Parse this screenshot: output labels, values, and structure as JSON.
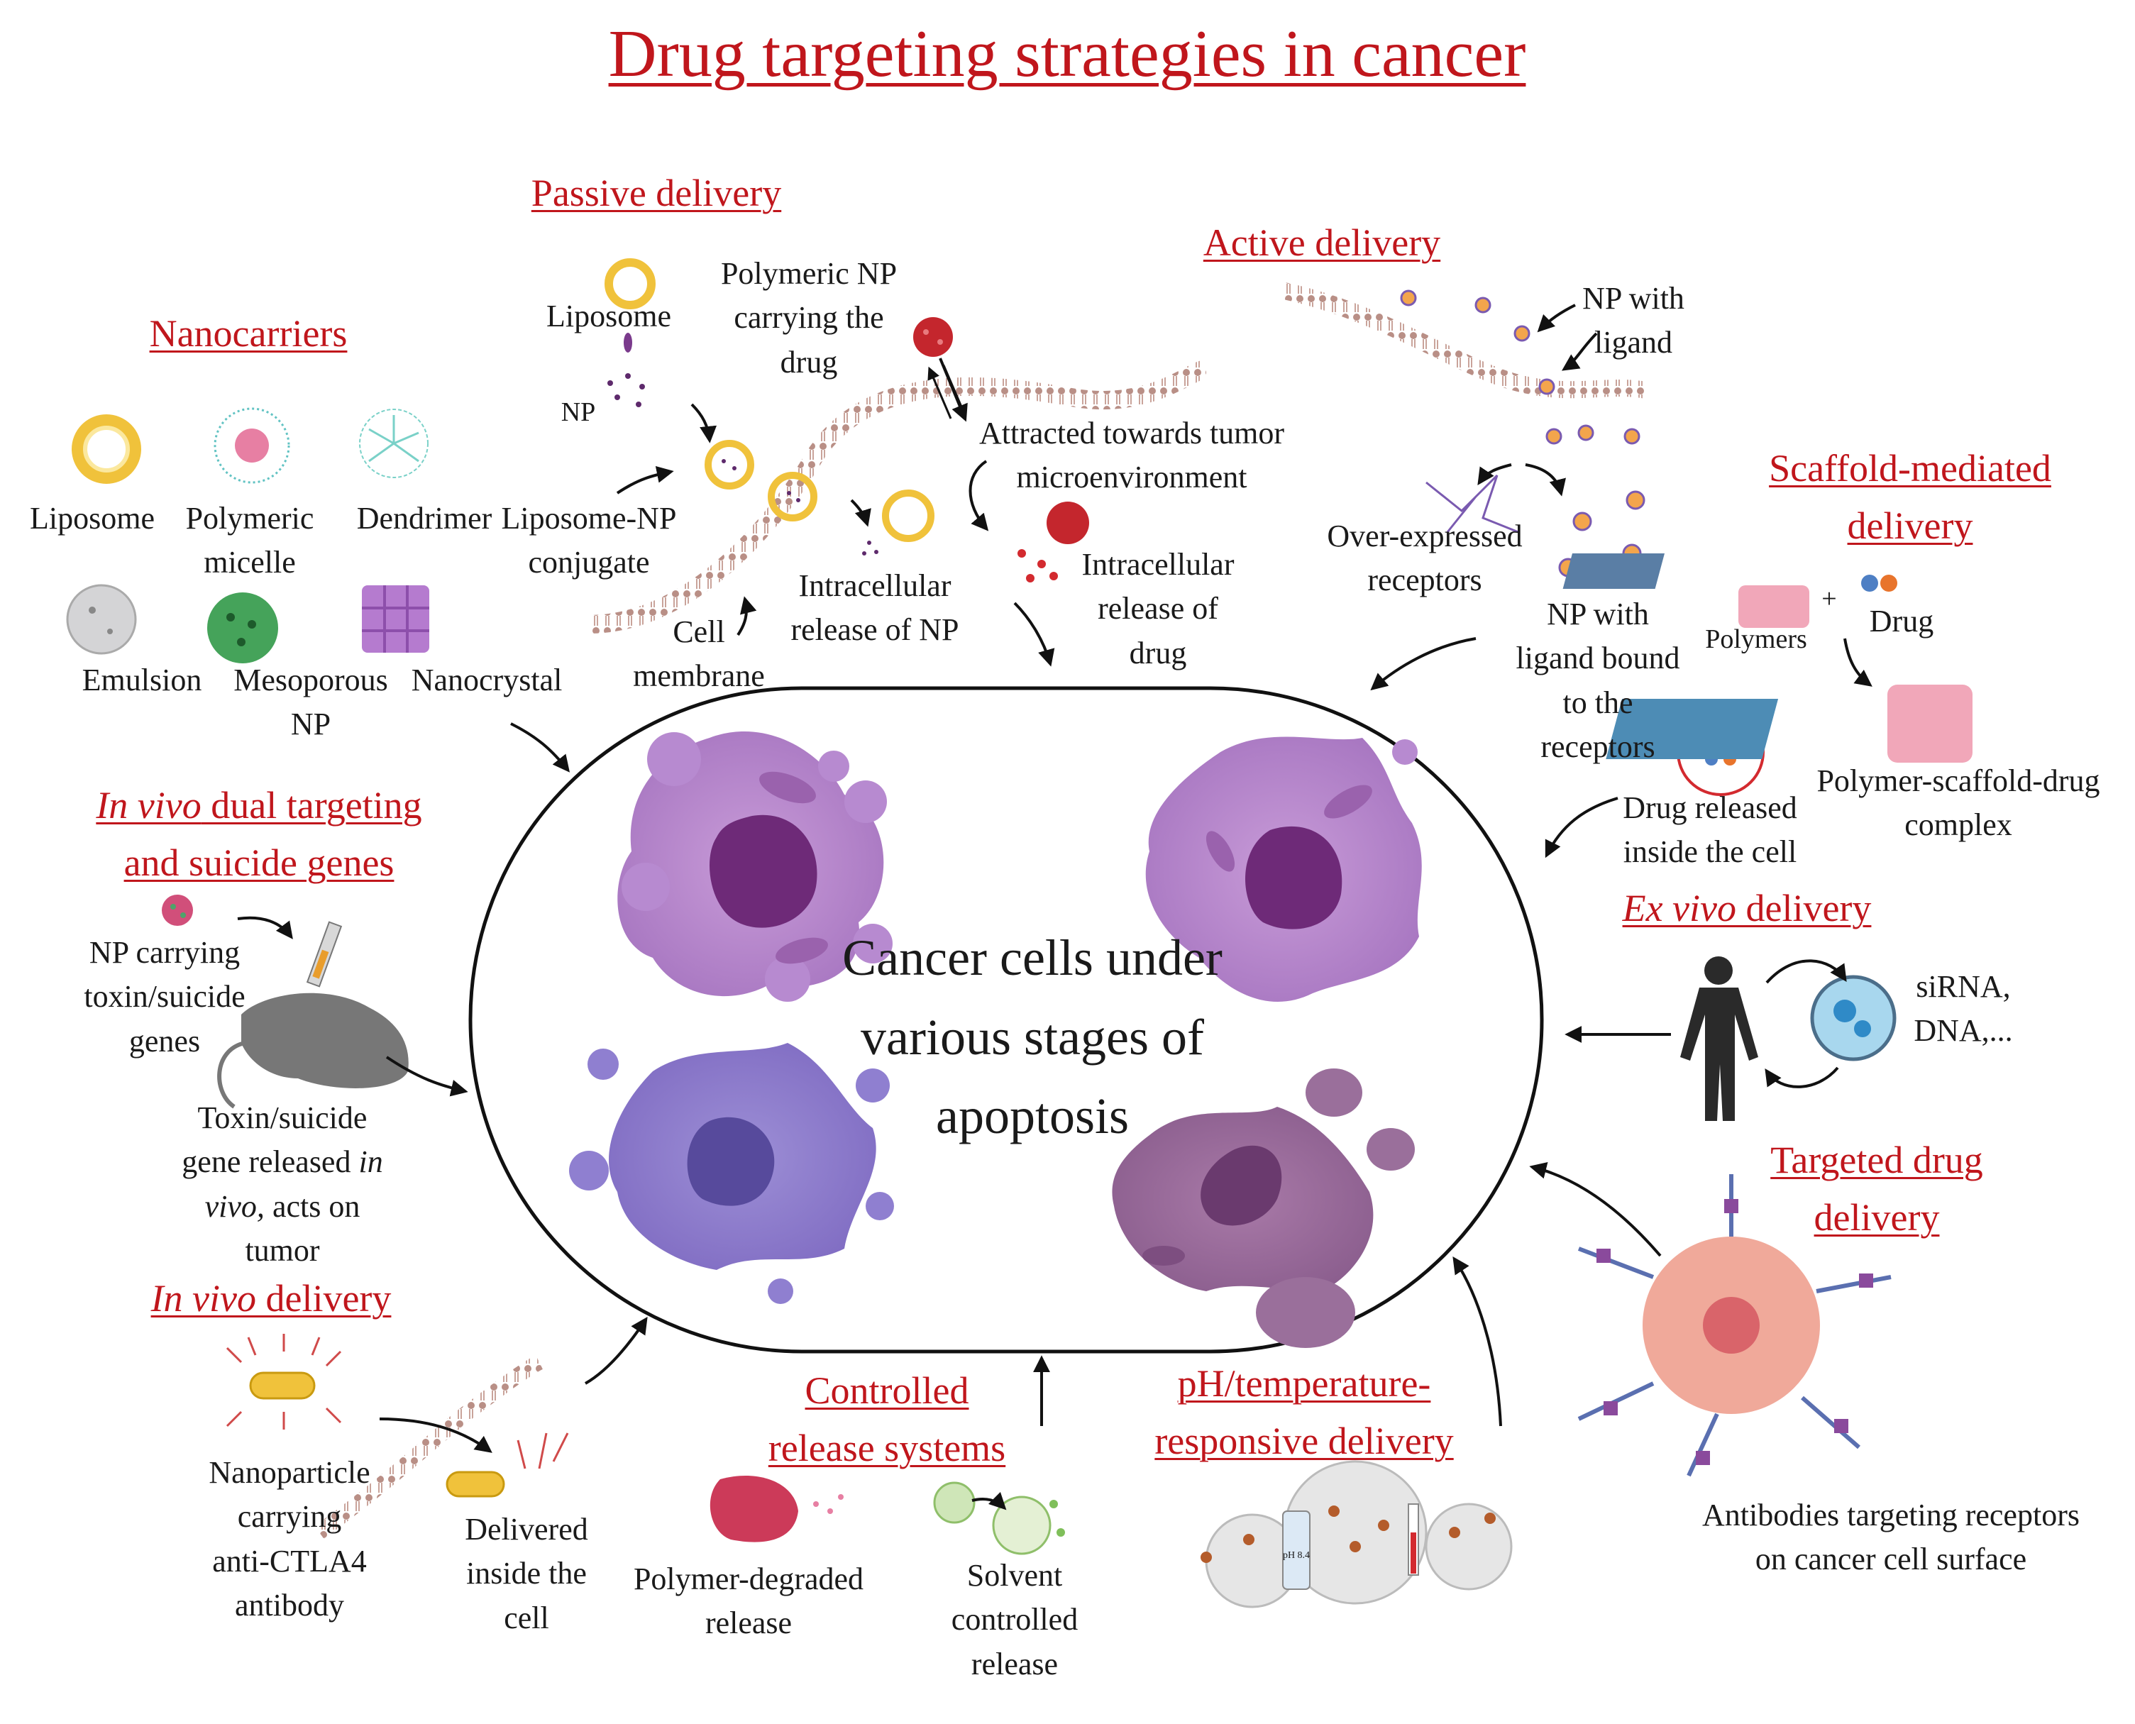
{
  "title": "Drug targeting strategies in cancer",
  "center": {
    "line1": "Cancer cells under",
    "line2": "various stages of",
    "line3": "apoptosis"
  },
  "nanocarriers": {
    "heading": "Nanocarriers",
    "liposome": "Liposome",
    "polymeric_micelle": [
      "Polymeric",
      "micelle"
    ],
    "dendrimer": "Dendrimer",
    "emulsion": "Emulsion",
    "mesoporous_np": [
      "Mesoporous",
      "NP"
    ],
    "nanocrystal": "Nanocrystal"
  },
  "passive": {
    "heading": "Passive delivery",
    "liposome": "Liposome",
    "np": "NP",
    "liposome_np": [
      "Liposome-NP",
      "conjugate"
    ],
    "polymeric_np": [
      "Polymeric NP",
      "carrying the",
      "drug"
    ],
    "attracted": [
      "Attracted towards tumor",
      "microenvironment"
    ],
    "intracellular_np": [
      "Intracellular",
      "release of NP"
    ],
    "cell_membrane": [
      "Cell",
      "membrane"
    ],
    "intracellular_drug": [
      "Intracellular",
      "release of",
      "drug"
    ]
  },
  "active": {
    "heading": "Active delivery",
    "np_ligand": [
      "NP with",
      "ligand"
    ],
    "over_expressed": [
      "Over-expressed",
      "receptors"
    ],
    "np_bound": [
      "NP with",
      "ligand bound",
      "to the",
      "receptors"
    ]
  },
  "scaffold": {
    "heading": [
      "Scaffold-mediated",
      "delivery"
    ],
    "polymers": "Polymers",
    "plus": "+",
    "drug": "Drug",
    "drug_released": [
      "Drug released",
      "inside the cell"
    ],
    "complex": [
      "Polymer-scaffold-drug",
      "complex"
    ]
  },
  "ex_vivo": {
    "heading_italic": "Ex vivo",
    "heading_rest": " delivery",
    "cargo": [
      "siRNA,",
      "DNA,..."
    ]
  },
  "dual": {
    "heading_italic": "In vivo",
    "heading_rest": " dual targeting",
    "heading_line2": "and suicide genes",
    "np_carrying": [
      "NP carrying",
      "toxin/suicide",
      "genes"
    ],
    "released_1": "Toxin/suicide",
    "released_2a": "gene released ",
    "released_2b": "in",
    "released_3a": "vivo,",
    "released_3b": " acts on",
    "released_4": "tumor"
  },
  "in_vivo": {
    "heading_italic": "In vivo",
    "heading_rest": " delivery",
    "nanoparticle": [
      "Nanoparticle",
      "carrying",
      "anti-CTLA4",
      "antibody"
    ],
    "delivered": [
      "Delivered",
      "inside the",
      "cell"
    ]
  },
  "controlled": {
    "heading": [
      "Controlled",
      "release systems"
    ],
    "polymer_degraded": [
      "Polymer-degraded",
      "release"
    ],
    "solvent": [
      "Solvent",
      "controlled",
      "release"
    ]
  },
  "ph": {
    "heading": [
      "pH/temperature-",
      "responsive delivery"
    ],
    "bottle_label": "pH 8.4"
  },
  "targeted": {
    "heading": [
      "Targeted drug",
      "delivery"
    ],
    "antibodies": [
      "Antibodies targeting receptors",
      "on cancer cell surface"
    ]
  }
}
